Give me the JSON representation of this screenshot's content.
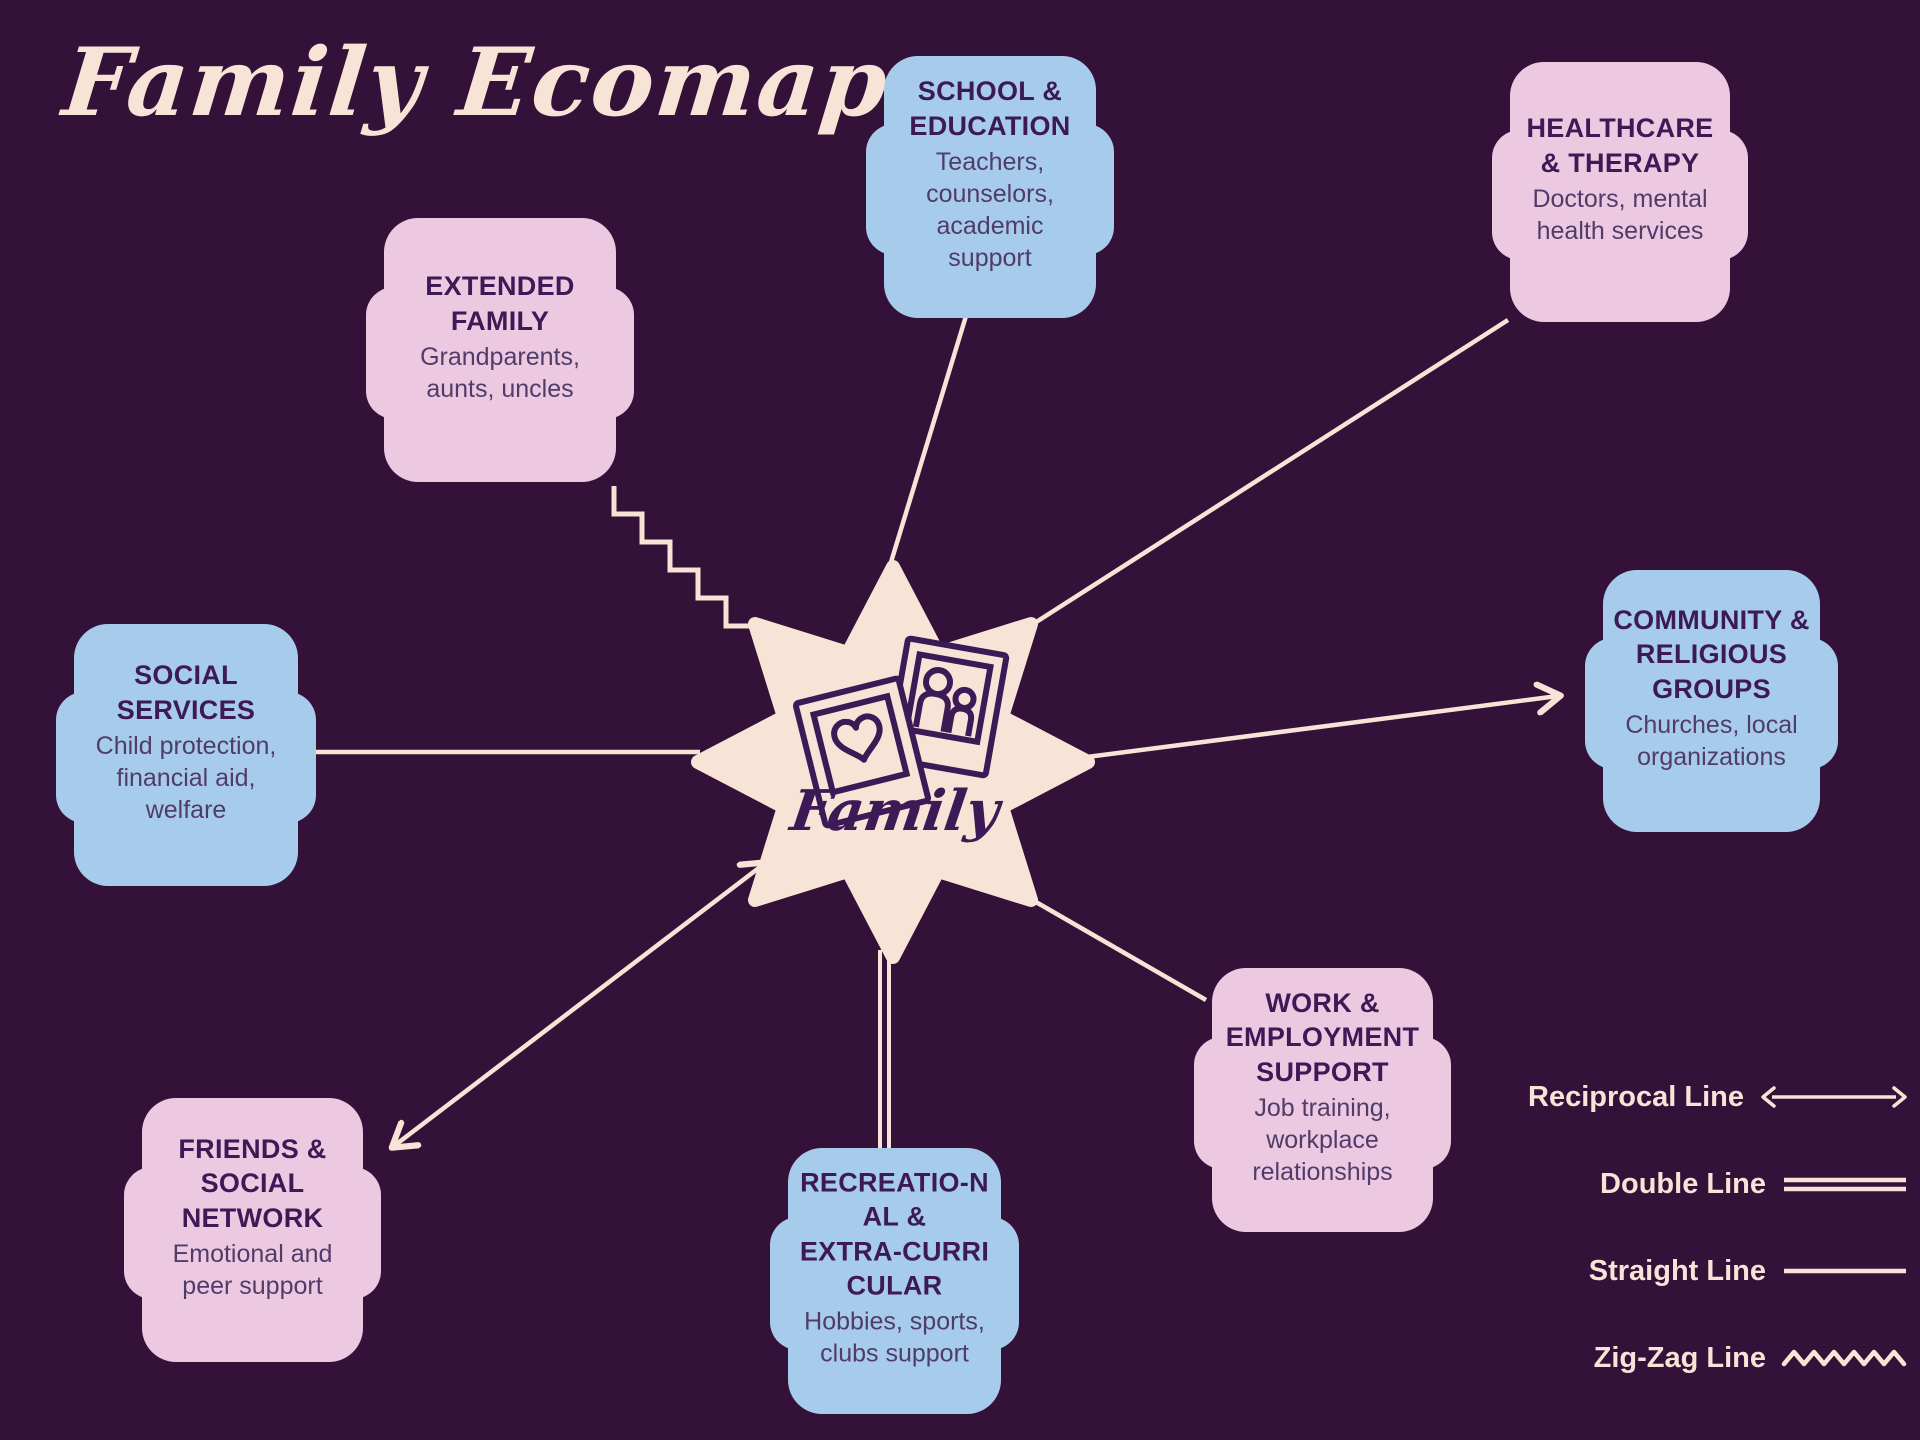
{
  "title": "Family Ecomap",
  "center": {
    "label": "Family",
    "icons": [
      "polaroid-heart-icon",
      "polaroid-people-icon"
    ]
  },
  "nodes": [
    {
      "id": "school-education",
      "heading": "SCHOOL &\nEDUCATION",
      "body": "Teachers,\ncounselors,\nacademic\nsupport",
      "color": "blue"
    },
    {
      "id": "healthcare-therapy",
      "heading": "HEALTHCARE\n& THERAPY",
      "body": "Doctors, mental\nhealth services",
      "color": "pink"
    },
    {
      "id": "extended-family",
      "heading": "EXTENDED\nFAMILY",
      "body": "Grandparents,\naunts, uncles",
      "color": "pink"
    },
    {
      "id": "community-religious",
      "heading": "COMMUNITY &\nRELIGIOUS\nGROUPS",
      "body": "Churches, local\norganizations",
      "color": "blue"
    },
    {
      "id": "social-services",
      "heading": "SOCIAL\nSERVICES",
      "body": "Child protection,\nfinancial aid,\nwelfare",
      "color": "blue"
    },
    {
      "id": "work-employment",
      "heading": "WORK &\nEMPLOYMENT\nSUPPORT",
      "body": "Job training,\nworkplace\nrelationships",
      "color": "pink"
    },
    {
      "id": "friends-social",
      "heading": "FRIENDS &\nSOCIAL\nNETWORK",
      "body": "Emotional and\npeer support",
      "color": "pink"
    },
    {
      "id": "recreational",
      "heading": "RECREATIO-N\nAL &\nEXTRA-CURRI\nCULAR",
      "body": "Hobbies, sports,\nclubs support",
      "color": "blue"
    }
  ],
  "connections": [
    {
      "from": "Extended Family",
      "to": "Family",
      "type": "zig-zag"
    },
    {
      "from": "School & Education",
      "to": "Family",
      "type": "straight"
    },
    {
      "from": "Healthcare & Therapy",
      "to": "Family",
      "type": "straight"
    },
    {
      "from": "Community & Religious Groups",
      "to": "Family",
      "type": "arrow"
    },
    {
      "from": "Social Services",
      "to": "Family",
      "type": "straight"
    },
    {
      "from": "Work & Employment Support",
      "to": "Family",
      "type": "straight"
    },
    {
      "from": "Friends & Social Network",
      "to": "Family",
      "type": "reciprocal"
    },
    {
      "from": "Recreational & Extra-curricular",
      "to": "Family",
      "type": "double"
    }
  ],
  "legend": {
    "items": [
      {
        "label": "Reciprocal Line",
        "symbol": "reciprocal-line"
      },
      {
        "label": "Double Line",
        "symbol": "double-line"
      },
      {
        "label": "Straight Line",
        "symbol": "straight-line"
      },
      {
        "label": "Zig-Zag Line",
        "symbol": "zig-zag-line"
      }
    ]
  },
  "colors": {
    "background": "#331139",
    "cream": "#f7e4d6",
    "blue_node": "#a7cbea",
    "pink_node": "#ecc9e1",
    "dark_text": "#3d1956"
  }
}
